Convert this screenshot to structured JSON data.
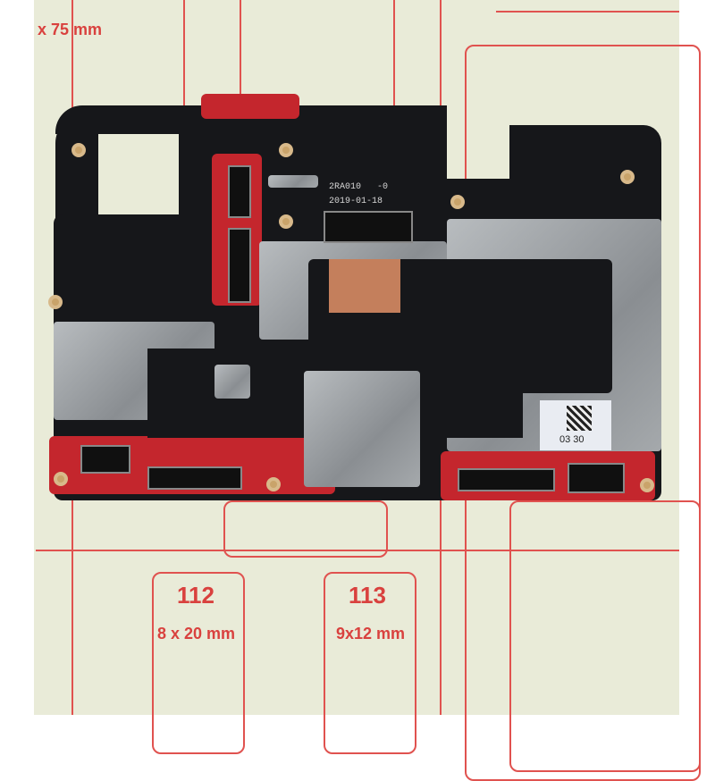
{
  "mat": {
    "top_label": "x 75 mm",
    "box_112": {
      "number": "112",
      "size": "8 x 20 mm"
    },
    "box_113": {
      "number": "113",
      "size": "9x12 mm"
    }
  },
  "board": {
    "silkscreen_line1": "2RA010   -0",
    "silkscreen_line2": "2019-01-18",
    "sticker_text": "03 30"
  },
  "colors": {
    "mat": "#e9ebd8",
    "grid": "#e0524f",
    "pcb": "#16171a",
    "red_mask": "#c4262d",
    "shield": "#a5a9ac"
  }
}
